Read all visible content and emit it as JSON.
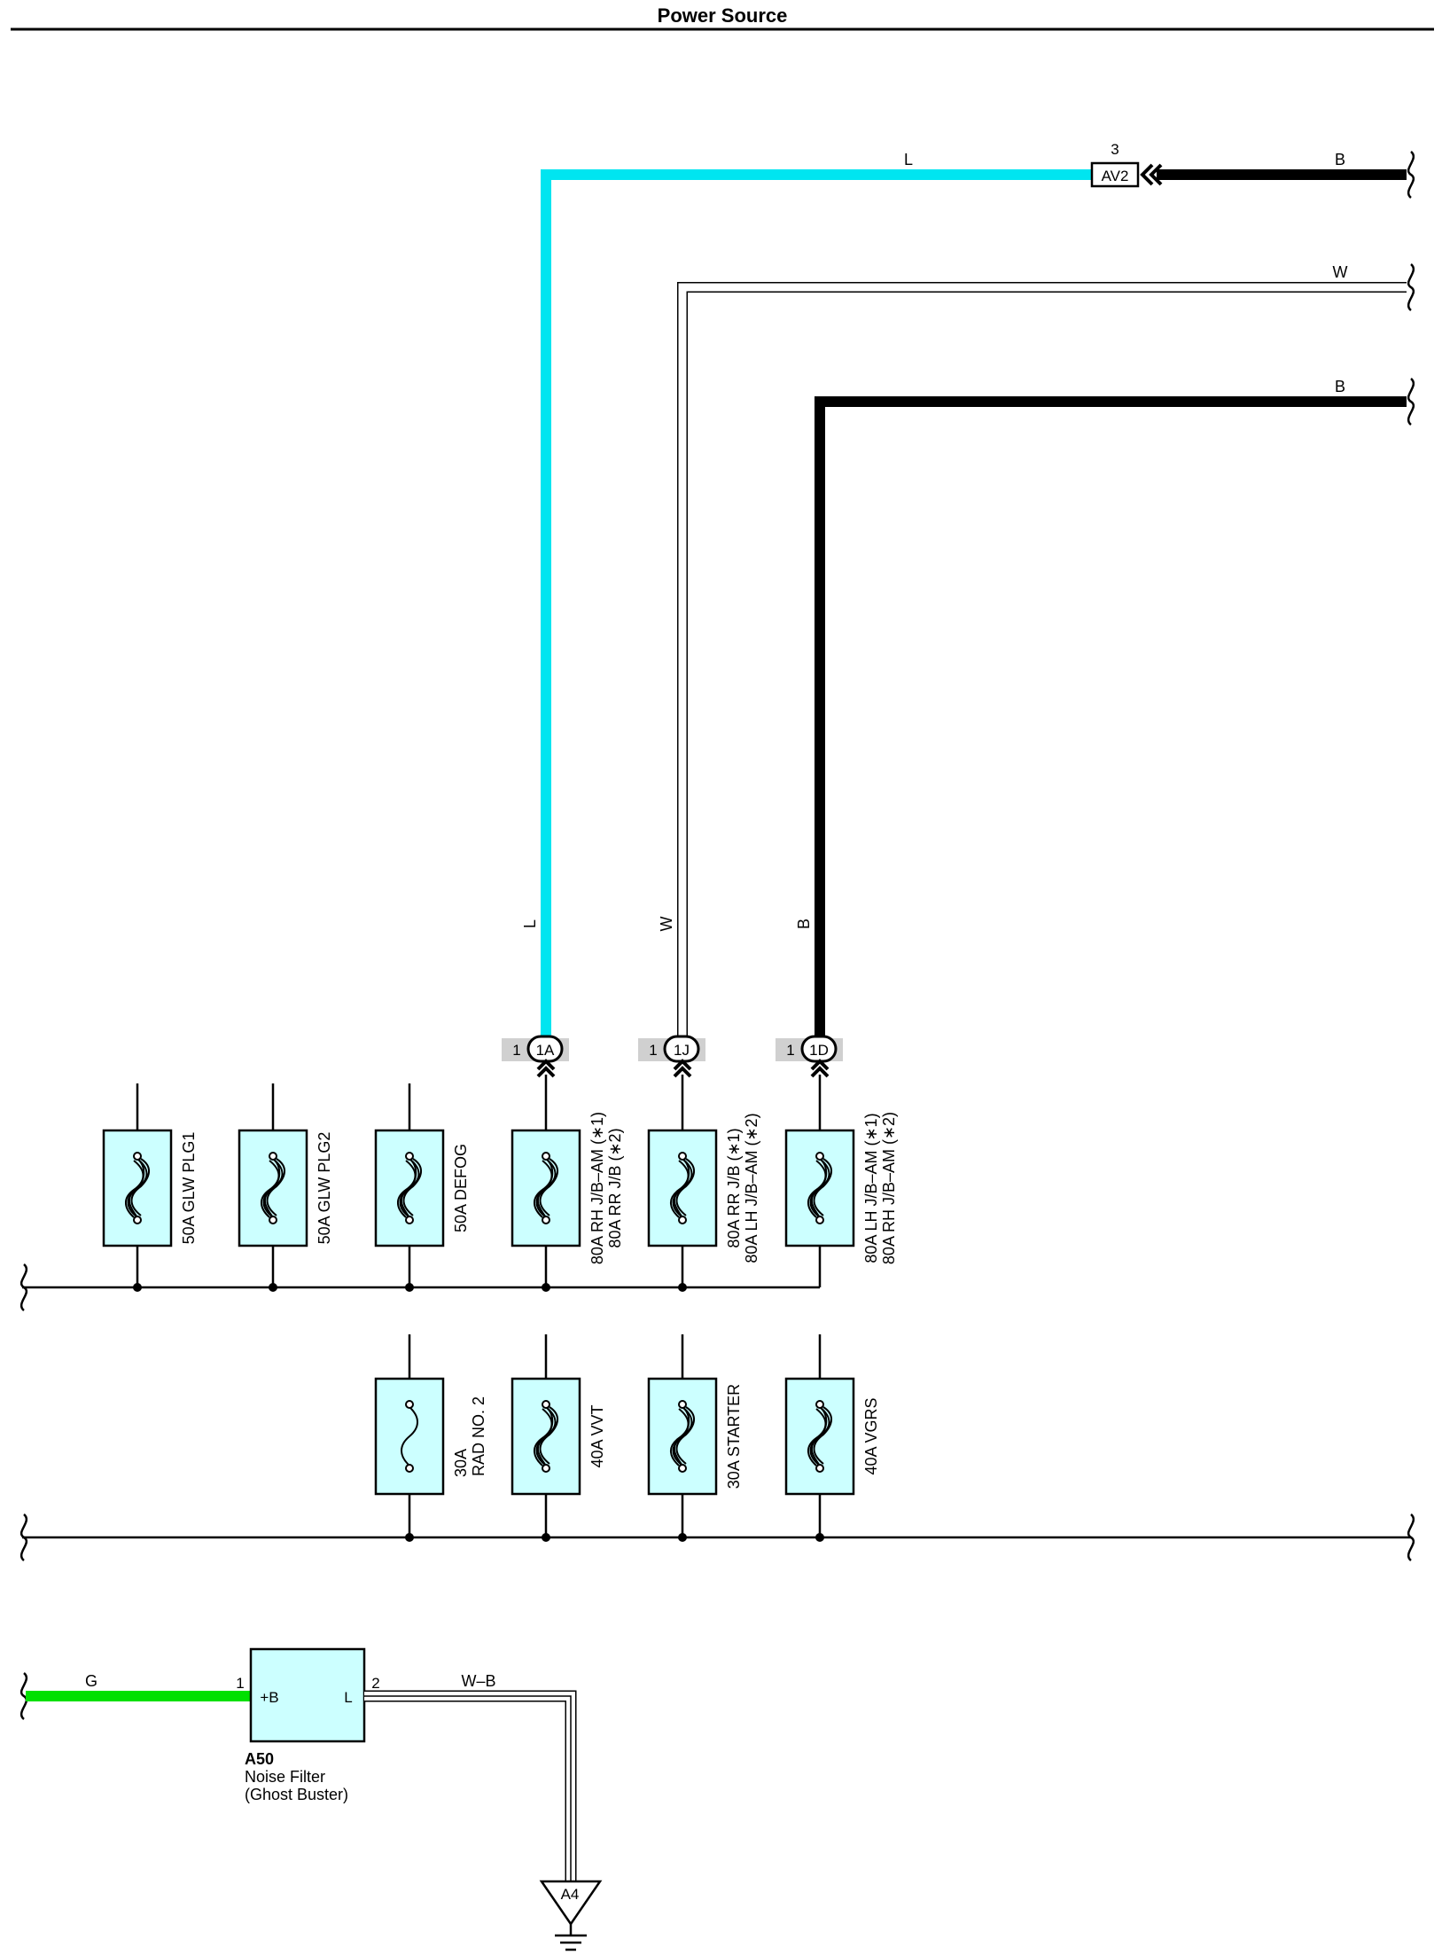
{
  "header": {
    "title": "Power Source"
  },
  "colors": {
    "light_blue": "#00e5f0",
    "green": "#00e000",
    "black": "#000000",
    "fuse_fill": "#ccffff",
    "connector_bg": "#d0d0d0"
  },
  "wires": {
    "top_l": "L",
    "top_b1": "B",
    "top_w": "W",
    "top_b2": "B",
    "vert_l": "L",
    "vert_w": "W",
    "vert_b": "B",
    "filter_in": "G",
    "filter_out": "W–B"
  },
  "connectors": {
    "av2": {
      "pin": "3",
      "id": "AV2"
    },
    "c1a": {
      "pin": "1",
      "id": "1A"
    },
    "c1j": {
      "pin": "1",
      "id": "1J"
    },
    "c1d": {
      "pin": "1",
      "id": "1D"
    }
  },
  "fuses_row1": [
    {
      "line1": "50A GLW PLG1",
      "line2": ""
    },
    {
      "line1": "50A GLW PLG2",
      "line2": ""
    },
    {
      "line1": "50A DEFOG",
      "line2": ""
    },
    {
      "line1": "80A RH J/B–AM (∗1)",
      "line2": "80A RR J/B (∗2)"
    },
    {
      "line1": "80A RR J/B (∗1)",
      "line2": "80A LH J/B–AM (∗2)"
    },
    {
      "line1": "80A LH J/B–AM (∗1)",
      "line2": "80A RH J/B–AM (∗2)"
    }
  ],
  "fuses_row2": [
    {
      "line1": "30A",
      "line2": "RAD NO. 2"
    },
    {
      "line1": "40A VVT",
      "line2": ""
    },
    {
      "line1": "30A STARTER",
      "line2": ""
    },
    {
      "line1": "40A VGRS",
      "line2": ""
    }
  ],
  "noise_filter": {
    "id": "A50",
    "name": "Noise Filter",
    "subtitle": "(Ghost Buster)",
    "pin_in": "1",
    "pin_in_label": "+B",
    "pin_out": "2",
    "pin_out_label": "L"
  },
  "ground": {
    "id": "A4"
  }
}
